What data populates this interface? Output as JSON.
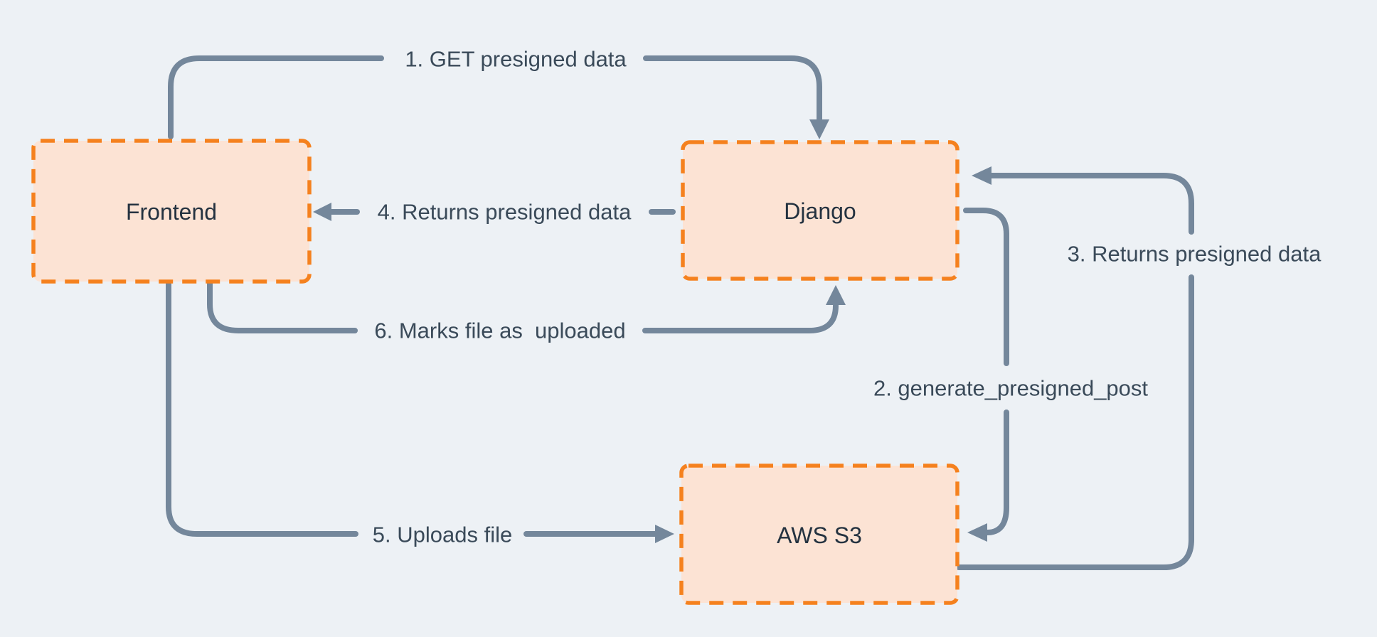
{
  "diagram": {
    "background_color": "#edf1f5",
    "node_fill_color": "#fce3d4",
    "node_border_color": "#f5811e",
    "arrow_color": "#74879b",
    "node_text_color": "#243240",
    "label_text_color": "#3a4a59",
    "nodes": [
      {
        "id": "frontend",
        "label": "Frontend"
      },
      {
        "id": "django",
        "label": "Django"
      },
      {
        "id": "aws-s3",
        "label": "AWS S3"
      }
    ],
    "edges": [
      {
        "label": "1. GET presigned data",
        "from": "Frontend",
        "to": "Django"
      },
      {
        "label": "2. generate_presigned_post",
        "from": "Django",
        "to": "AWS S3"
      },
      {
        "label": "3. Returns presigned data",
        "from": "AWS S3",
        "to": "Django"
      },
      {
        "label": "4. Returns presigned data",
        "from": "Django",
        "to": "Frontend"
      },
      {
        "label": "5. Uploads file",
        "from": "Frontend",
        "to": "AWS S3"
      },
      {
        "label": "6. Marks file as  uploaded",
        "from": "Frontend",
        "to": "Django"
      }
    ]
  }
}
